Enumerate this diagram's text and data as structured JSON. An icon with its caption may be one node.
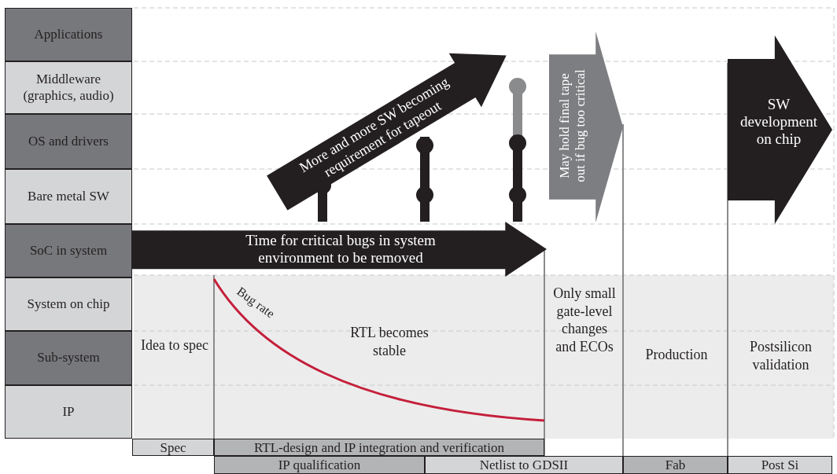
{
  "diagram": {
    "nodes": [
      {
        "text": [
          "Applications"
        ]
      },
      {
        "text": [
          "Middleware (graphics, audio)"
        ]
      },
      {
        "text": [
          "OS and drivers"
        ]
      },
      {
        "text": [
          "Bare metal SW"
        ]
      },
      {
        "text": [
          "SoC in system"
        ]
      },
      {
        "text": [
          "System on chip"
        ]
      },
      {
        "text": [
          "Sub-system"
        ]
      },
      {
        "text": [
          "IP"
        ]
      },
      {
        "text": [
          "Time for critical bugs in system environment to be removed"
        ]
      },
      {
        "text": [
          "More and more SW becoming requirement for tapeout"
        ]
      },
      {
        "text": [
          "May hold final tape out if bug too critical"
        ]
      },
      {
        "text": [
          "SW development on chip"
        ]
      },
      {
        "text": [
          "Spec"
        ]
      },
      {
        "text": [
          "RTL-design and IP integration and verification"
        ]
      },
      {
        "text": [
          "IP qualification"
        ]
      },
      {
        "text": [
          "Netlist to GDSII"
        ]
      },
      {
        "text": [
          "Fab"
        ]
      },
      {
        "text": [
          "Post Si"
        ]
      }
    ],
    "labels": [
      "Idea to spec",
      "Bug rate",
      "RTL becomes stable",
      "Only small gate-level changes and ECOs",
      "Production",
      "Postsilicon validation"
    ]
  }
}
